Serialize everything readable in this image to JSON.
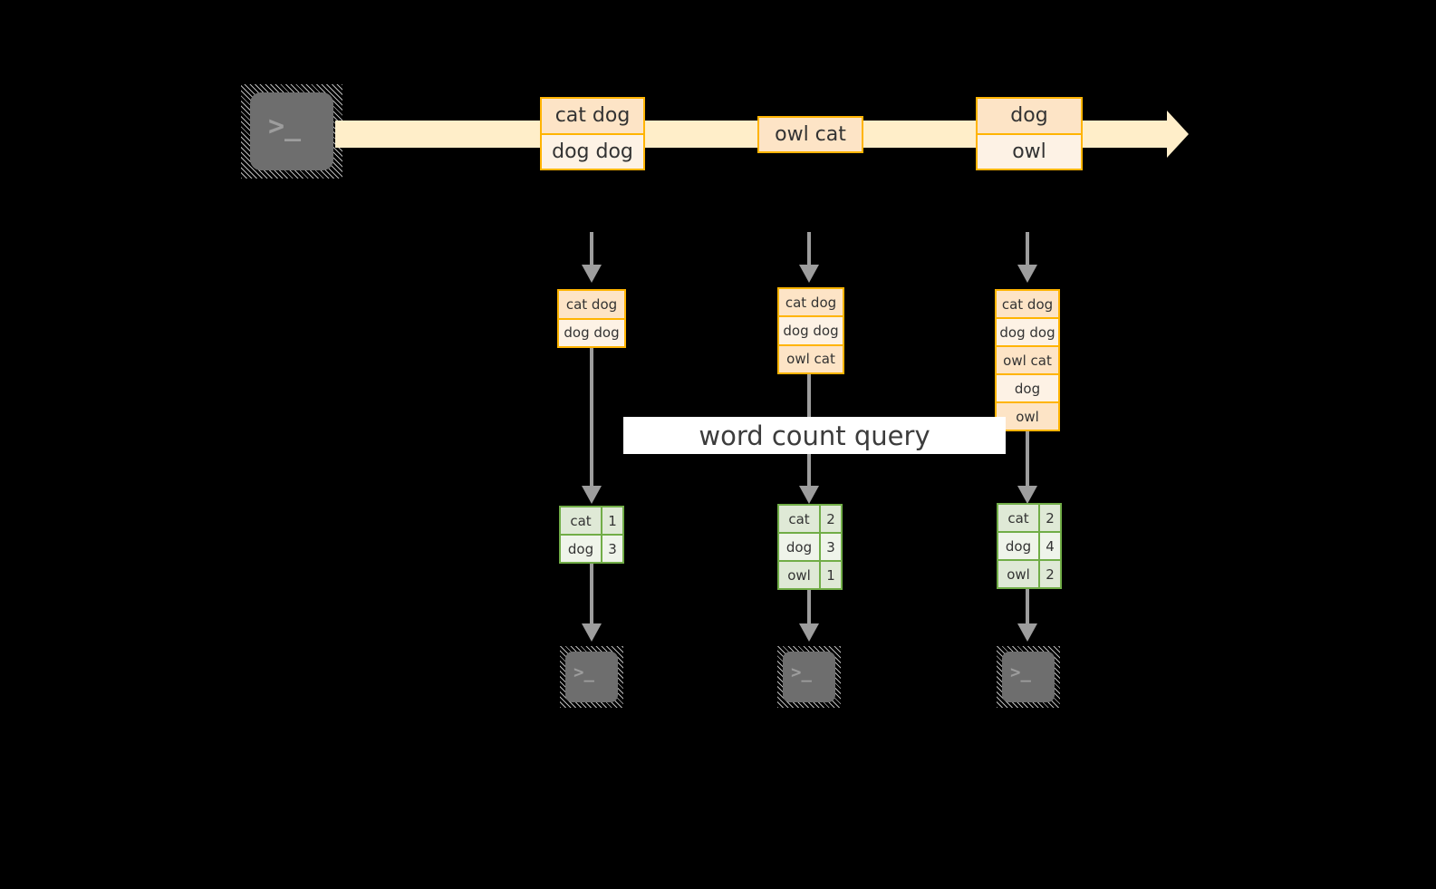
{
  "theme": {
    "background": "#000000",
    "stream_fill": "#ffeec9",
    "record_border": "#ffb400",
    "record_fill_shade": "#fde4c6",
    "record_fill_light": "#fdf2e5",
    "result_border": "#71ad47",
    "result_fill_shade": "#dfe9d6",
    "result_fill_light": "#eff4ea",
    "connector": "#9d9d9d",
    "banner_fill": "#ffffff",
    "terminal_fill": "#6e6e6e",
    "text": "#333333"
  },
  "source": {
    "icon": "terminal-icon",
    "glyph": ">_"
  },
  "stream": {
    "name": "event-stream-arrow",
    "records": [
      {
        "id": "batch-1",
        "lines": [
          "cat dog",
          "dog dog"
        ]
      },
      {
        "id": "batch-2",
        "lines": [
          "owl cat"
        ]
      },
      {
        "id": "batch-3",
        "lines": [
          "dog",
          "owl"
        ]
      }
    ]
  },
  "banner": {
    "label": "word count query"
  },
  "columns": [
    {
      "id": "trigger-1",
      "accumulated": [
        "cat dog",
        "dog dog"
      ],
      "result": {
        "rows": [
          {
            "word": "cat",
            "count": "1"
          },
          {
            "word": "dog",
            "count": "3"
          }
        ]
      },
      "sink": {
        "icon": "terminal-icon",
        "glyph": ">_"
      }
    },
    {
      "id": "trigger-2",
      "accumulated": [
        "cat dog",
        "dog dog",
        "owl cat"
      ],
      "result": {
        "rows": [
          {
            "word": "cat",
            "count": "2"
          },
          {
            "word": "dog",
            "count": "3"
          },
          {
            "word": "owl",
            "count": "1"
          }
        ]
      },
      "sink": {
        "icon": "terminal-icon",
        "glyph": ">_"
      }
    },
    {
      "id": "trigger-3",
      "accumulated": [
        "cat dog",
        "dog dog",
        "owl cat",
        "dog",
        "owl"
      ],
      "result": {
        "rows": [
          {
            "word": "cat",
            "count": "2"
          },
          {
            "word": "dog",
            "count": "4"
          },
          {
            "word": "owl",
            "count": "2"
          }
        ]
      },
      "sink": {
        "icon": "terminal-icon",
        "glyph": ">_"
      }
    }
  ]
}
